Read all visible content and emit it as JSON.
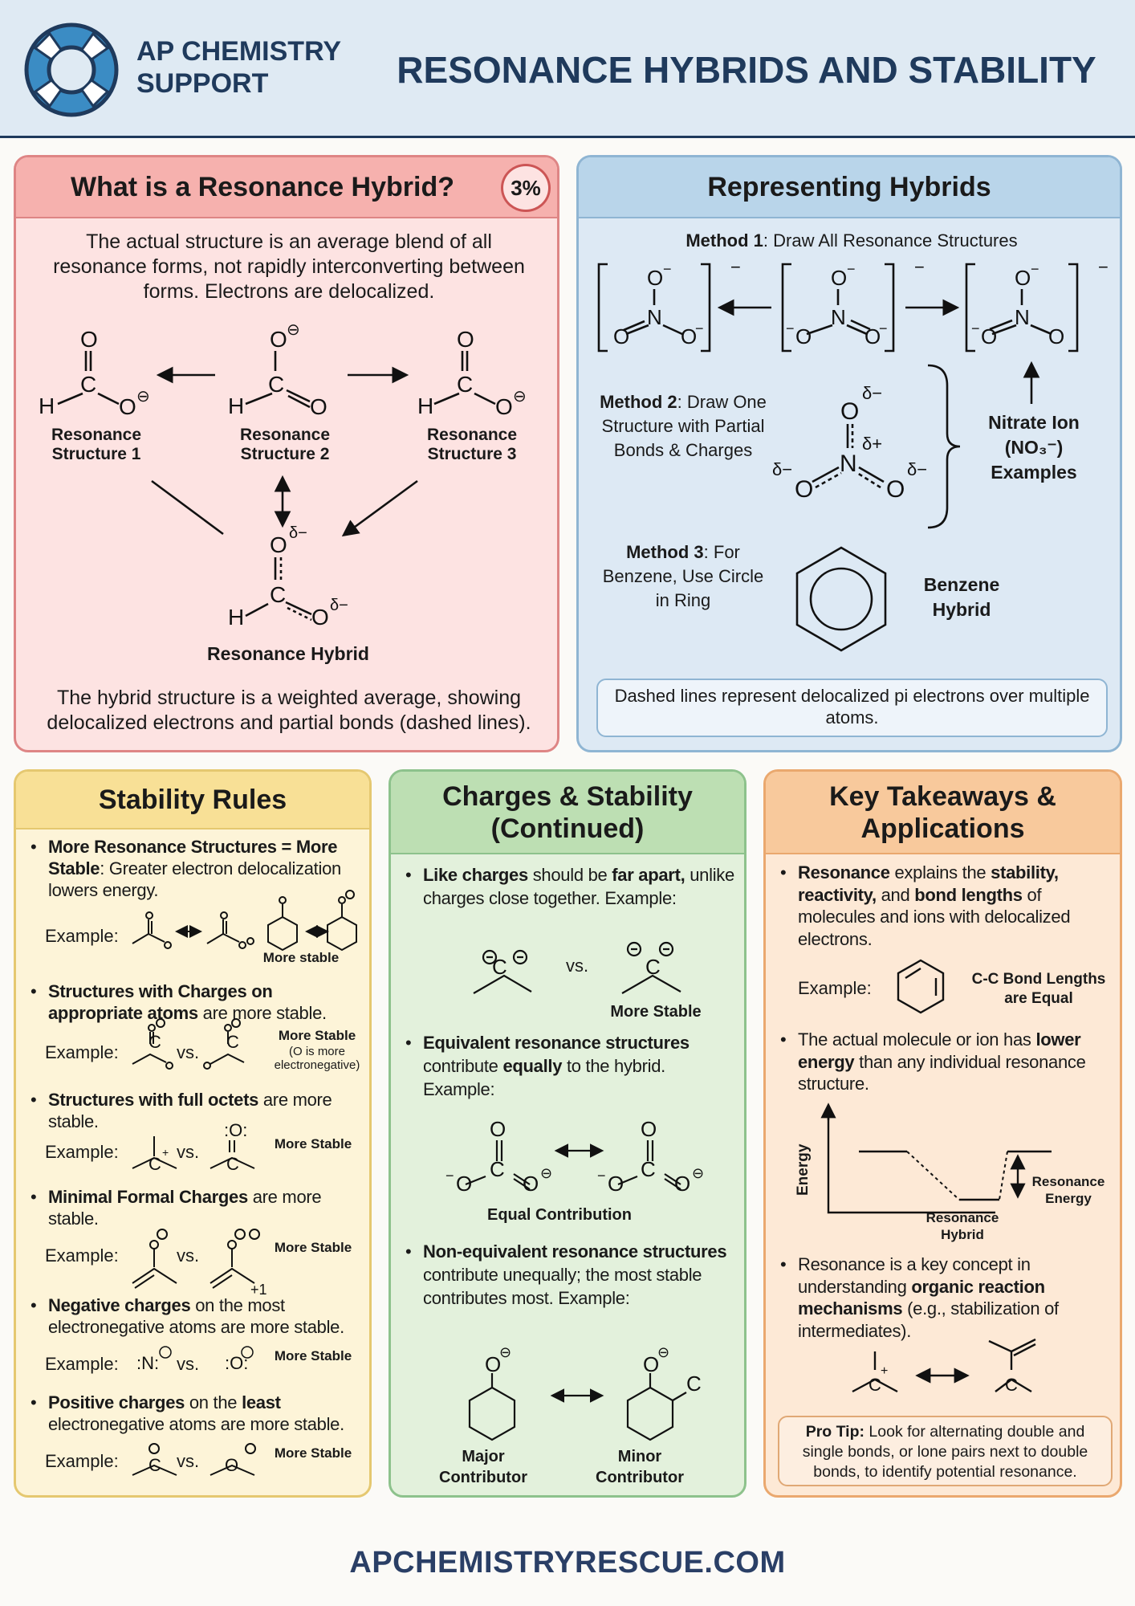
{
  "header": {
    "brand_line1": "AP CHEMISTRY",
    "brand_line2": "SUPPORT",
    "title": "RESONANCE HYBRIDS AND STABILITY",
    "logo_icon": "life-ring-icon"
  },
  "colors": {
    "navy": "#1f3a5c",
    "red_panel": "#fde3e2",
    "blue_panel": "#dde9f4",
    "yellow_panel": "#fdf4d8",
    "green_panel": "#e3f1dc",
    "orange_panel": "#fde9d6"
  },
  "hybrid_panel": {
    "title": "What is a Resonance Hybrid?",
    "badge": "3%",
    "intro": "The actual structure is an average blend of all resonance forms, not rapidly interconverting between forms. Electrons are delocalized.",
    "structures": [
      "Resonance Structure 1",
      "Resonance Structure 2",
      "Resonance Structure 3"
    ],
    "hybrid_label": "Resonance Hybrid",
    "footer": "The hybrid structure is a weighted average, showing delocalized electrons and partial bonds (dashed lines)."
  },
  "representing_panel": {
    "title": "Representing Hybrids",
    "method1": {
      "bold": "Method 1",
      "rest": ": Draw All Resonance Structures"
    },
    "method2": {
      "bold": "Method 2",
      "rest": ": Draw One Structure with Partial Bonds & Charges"
    },
    "method3": {
      "bold": "Method 3",
      "rest": ": For Benzene, Use Circle in Ring"
    },
    "nitrate_label": "Nitrate Ion (NO₃⁻) Examples",
    "benzene_label": "Benzene Hybrid",
    "note": "Dashed lines represent delocalized pi electrons over multiple atoms."
  },
  "stability": {
    "title": "Stability Rules",
    "example_label": "Example:",
    "vs": "vs.",
    "rules": [
      {
        "parts": [
          {
            "b": true,
            "t": "More Resonance Structures = More Stable"
          },
          {
            "b": false,
            "t": ": Greater electron delocalization lowers energy."
          }
        ],
        "note": "More stable"
      },
      {
        "parts": [
          {
            "b": true,
            "t": "Structures with Charges on appropriate atoms"
          },
          {
            "b": false,
            "t": " are more stable."
          }
        ],
        "note": "More Stable",
        "subnote": "(O is more electronegative)"
      },
      {
        "parts": [
          {
            "b": true,
            "t": "Structures with full octets"
          },
          {
            "b": false,
            "t": " are more stable."
          }
        ],
        "note": "More Stable"
      },
      {
        "parts": [
          {
            "b": true,
            "t": "Minimal Formal Charges"
          },
          {
            "b": false,
            "t": " are more stable."
          }
        ],
        "note": "More Stable"
      },
      {
        "parts": [
          {
            "b": true,
            "t": "Negative charges"
          },
          {
            "b": false,
            "t": " on the most electronegative atoms are more stable."
          }
        ],
        "note": "More Stable"
      },
      {
        "parts": [
          {
            "b": true,
            "t": "Positive charges"
          },
          {
            "b": false,
            "t": " on the "
          },
          {
            "b": true,
            "t": "least"
          },
          {
            "b": false,
            "t": " electronegative atoms are more stable."
          }
        ],
        "note": "More Stable"
      }
    ]
  },
  "charges": {
    "title": "Charges & Stability (Continued)",
    "vs": "vs.",
    "bullets": [
      {
        "parts": [
          {
            "b": true,
            "t": "Like charges"
          },
          {
            "b": false,
            "t": " should be "
          },
          {
            "b": true,
            "t": "far apart,"
          },
          {
            "b": false,
            "t": " unlike charges close together. Example:"
          }
        ]
      },
      {
        "parts": [
          {
            "b": true,
            "t": "Equivalent resonance structures"
          },
          {
            "b": false,
            "t": " contribute "
          },
          {
            "b": true,
            "t": "equally"
          },
          {
            "b": false,
            "t": " to the hybrid. Example:"
          }
        ]
      },
      {
        "parts": [
          {
            "b": true,
            "t": "Non-equivalent resonance structures"
          },
          {
            "b": false,
            "t": " contribute unequally; the most stable contributes most. Example:"
          }
        ]
      }
    ],
    "more_stable": "More Stable",
    "equal_contribution": "Equal Contribution",
    "major": "Major Contributor",
    "minor": "Minor Contributor"
  },
  "takeaways": {
    "title": "Key Takeaways & Applications",
    "bullets": [
      {
        "parts": [
          {
            "b": true,
            "t": "Resonance"
          },
          {
            "b": false,
            "t": " explains the "
          },
          {
            "b": true,
            "t": "stability, reactivity,"
          },
          {
            "b": false,
            "t": " and "
          },
          {
            "b": true,
            "t": "bond lengths"
          },
          {
            "b": false,
            "t": " of molecules and ions with delocalized electrons."
          }
        ]
      },
      {
        "parts": [
          {
            "b": false,
            "t": "The actual molecule or ion has "
          },
          {
            "b": true,
            "t": "lower energy"
          },
          {
            "b": false,
            "t": " than any individual resonance structure."
          }
        ]
      },
      {
        "parts": [
          {
            "b": false,
            "t": "Resonance is a key concept in understanding "
          },
          {
            "b": true,
            "t": "organic reaction mechanisms"
          },
          {
            "b": false,
            "t": " (e.g., stabilization of intermediates)."
          }
        ]
      }
    ],
    "example_label": "Example:",
    "bond_note": "C-C Bond Lengths are Equal",
    "energy_axis": "Energy",
    "resonance_energy": "Resonance Energy",
    "hybrid": "Resonance Hybrid",
    "pro_tip_bold": "Pro Tip:",
    "pro_tip": " Look for alternating double and single bonds, or lone pairs next to double bonds, to identify potential resonance."
  },
  "footer": "APCHEMISTRYRESCUE.COM"
}
